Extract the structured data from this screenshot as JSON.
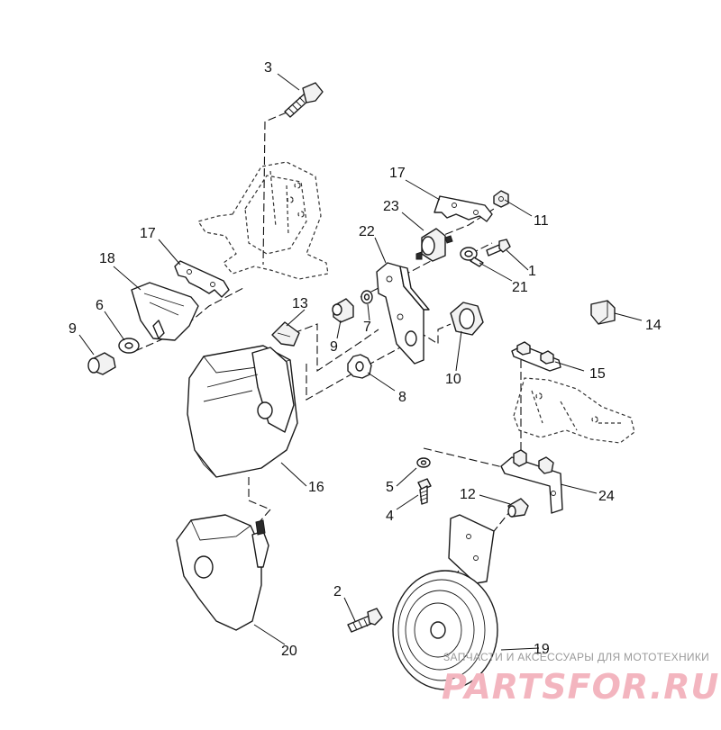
{
  "diagram": {
    "labels": [
      {
        "id": "l3",
        "text": "3"
      },
      {
        "id": "l17a",
        "text": "17"
      },
      {
        "id": "l17b",
        "text": "17"
      },
      {
        "id": "l18",
        "text": "18"
      },
      {
        "id": "l6",
        "text": "6"
      },
      {
        "id": "l9a",
        "text": "9"
      },
      {
        "id": "l9b",
        "text": "9"
      },
      {
        "id": "l13",
        "text": "13"
      },
      {
        "id": "l7",
        "text": "7"
      },
      {
        "id": "l23",
        "text": "23"
      },
      {
        "id": "l22",
        "text": "22"
      },
      {
        "id": "l11",
        "text": "11"
      },
      {
        "id": "l1",
        "text": "1"
      },
      {
        "id": "l21",
        "text": "21"
      },
      {
        "id": "l14",
        "text": "14"
      },
      {
        "id": "l10",
        "text": "10"
      },
      {
        "id": "l15",
        "text": "15"
      },
      {
        "id": "l8",
        "text": "8"
      },
      {
        "id": "l16",
        "text": "16"
      },
      {
        "id": "l5",
        "text": "5"
      },
      {
        "id": "l4",
        "text": "4"
      },
      {
        "id": "l12",
        "text": "12"
      },
      {
        "id": "l24",
        "text": "24"
      },
      {
        "id": "l2",
        "text": "2"
      },
      {
        "id": "l20",
        "text": "20"
      },
      {
        "id": "l19",
        "text": "19"
      }
    ]
  },
  "watermark": {
    "caption": "ЗАПЧАСТИ И АКСЕССУАРЫ ДЛЯ МОТОТЕХНИКИ",
    "brand": "PARTSFOR.RU",
    "brand_color": "#f3b5bf"
  }
}
